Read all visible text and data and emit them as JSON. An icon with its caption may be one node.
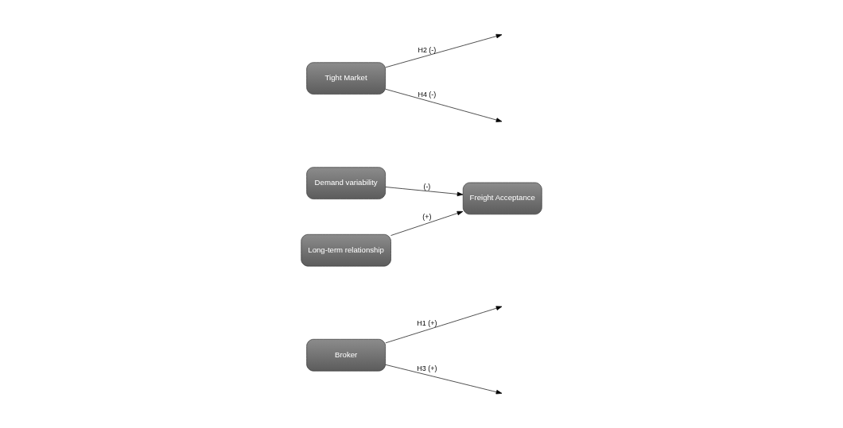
{
  "diagram": {
    "nodes": [
      {
        "text": [
          "Broker"
        ]
      },
      {
        "text": [
          "Demand variability"
        ]
      },
      {
        "text": [
          "Freight Acceptance"
        ]
      },
      {
        "text": [
          "Long-term relationship"
        ]
      },
      {
        "text": [
          "Tight Market"
        ]
      }
    ],
    "edges": [
      {
        "from": 1,
        "to": 2,
        "arrow": "to",
        "label": "(-)"
      },
      {
        "from": 3,
        "to": 2,
        "arrow": "to",
        "label": "(+)"
      },
      {
        "from": 0,
        "to": null,
        "arrow": "to",
        "label": "H1 (+)"
      },
      {
        "from": 0,
        "to": null,
        "arrow": "to",
        "label": "H3 (+)"
      },
      {
        "from": 4,
        "to": null,
        "arrow": "to",
        "label": "H2 (-)"
      },
      {
        "from": 4,
        "to": null,
        "arrow": "to",
        "label": "H4 (-)"
      }
    ]
  }
}
